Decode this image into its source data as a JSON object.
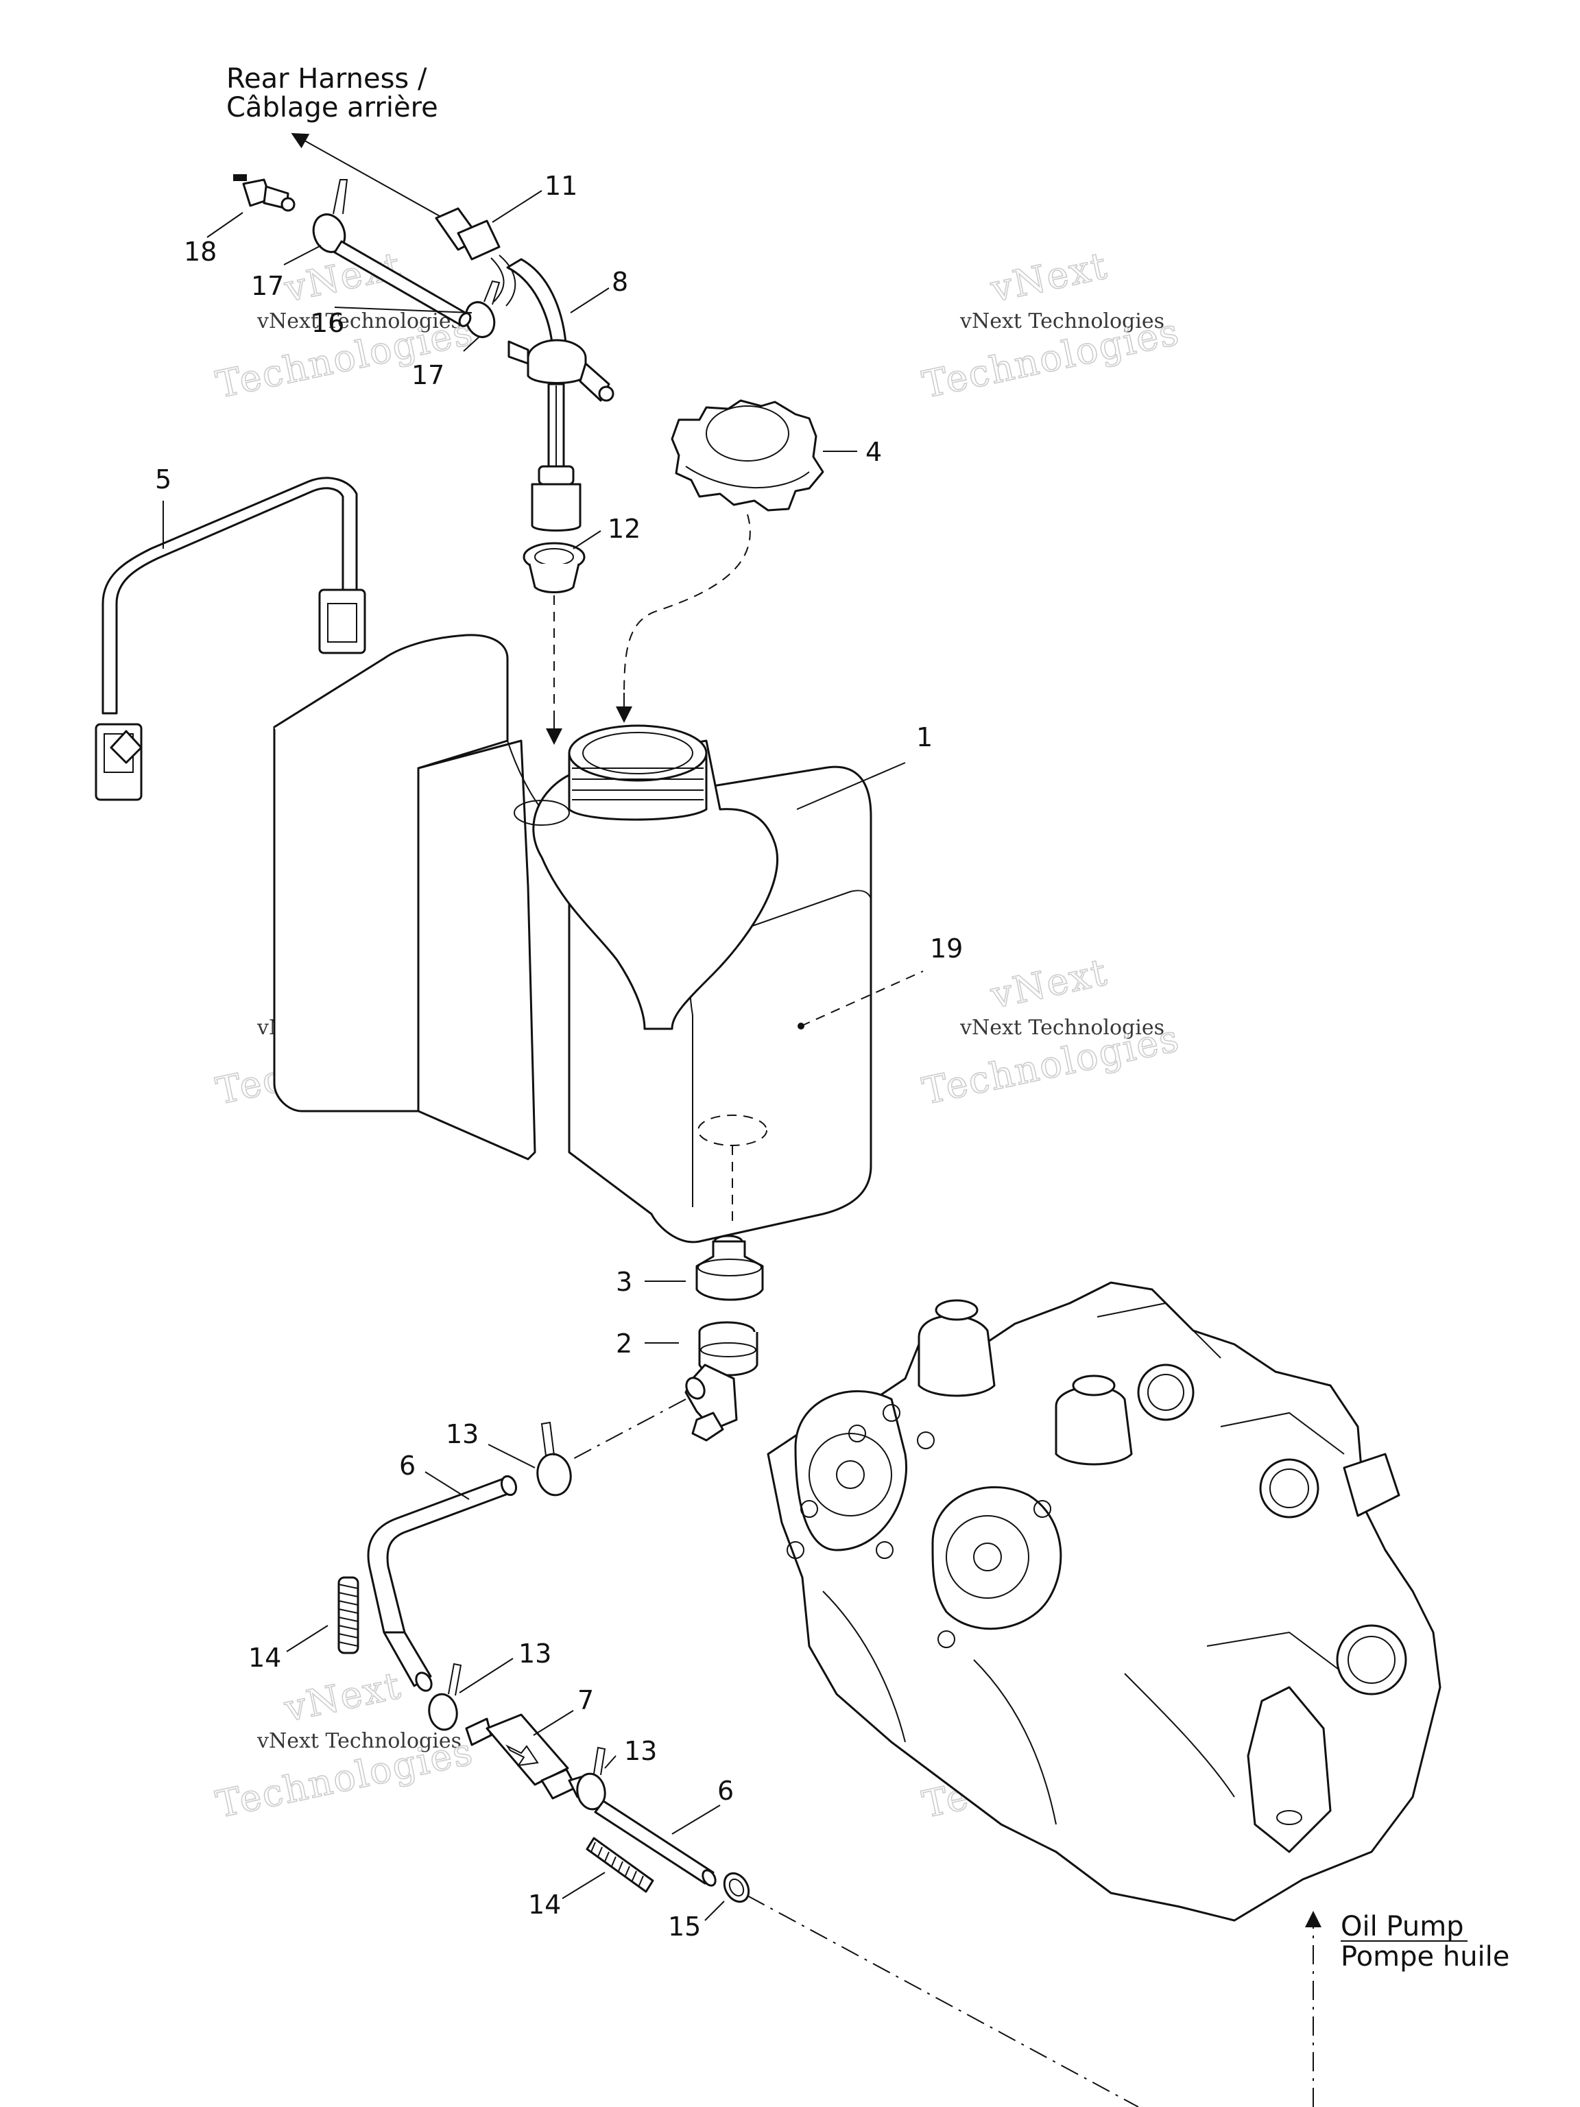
{
  "annotations": {
    "rear_harness_en": "Rear Harness /",
    "rear_harness_fr": "Câblage arrière",
    "oil_pump_en": "Oil Pump",
    "oil_pump_fr": "Pompe huile"
  },
  "watermark": {
    "line1": "vNext",
    "line2": "vNext Technologies",
    "line3": "Technologies"
  },
  "callouts": {
    "c1": "1",
    "c2": "2",
    "c3": "3",
    "c4": "4",
    "c5": "5",
    "c6a": "6",
    "c6b": "6",
    "c7": "7",
    "c8": "8",
    "c11": "11",
    "c12": "12",
    "c13a": "13",
    "c13b": "13",
    "c13c": "13",
    "c14a": "14",
    "c14b": "14",
    "c15": "15",
    "c16": "16",
    "c17a": "17",
    "c17b": "17",
    "c18": "18",
    "c19": "19"
  }
}
